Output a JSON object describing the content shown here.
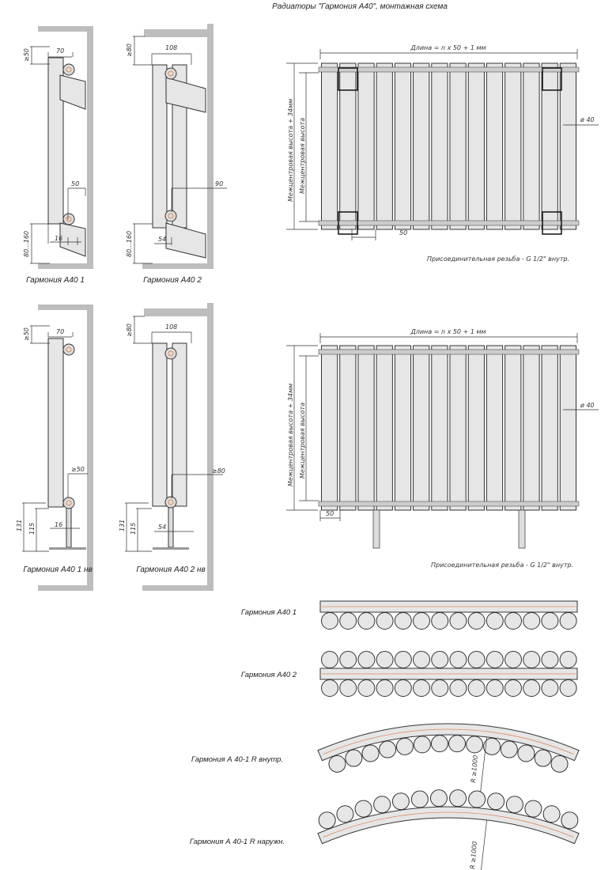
{
  "title": "Радиаторы \"Гармония А40\", монтажная схема",
  "side_views": [
    {
      "label": "Гармония А40 1",
      "top_gap": "≥50",
      "depth": "70",
      "offset": "50",
      "pipe": "16",
      "bottom_gap": "80...160"
    },
    {
      "label": "Гармония А40 2",
      "top_gap": "≥80",
      "depth": "108",
      "offset": "90",
      "pipe": "54",
      "bottom_gap": "80...160"
    },
    {
      "label": "Гармония А40 1 нв",
      "top_gap": "≥50",
      "depth": "70",
      "offset": "≥50",
      "pipe": "16",
      "h1": "131",
      "h2": "115"
    },
    {
      "label": "Гармония А40 2 нв",
      "top_gap": "≥80",
      "depth": "108",
      "offset": "≥80",
      "pipe": "54",
      "h1": "131",
      "h2": "115"
    }
  ],
  "front_views": [
    {
      "length": "Длина = n x 50 + 1 мм",
      "height_outer": "Межцентровая высота + 34мм",
      "height_inner": "Межцентровая высота",
      "diameter": "ø 40",
      "pitch": "50",
      "note": "Присоединительная резьба - G 1/2\" внутр.",
      "sections": 14
    },
    {
      "length": "Длина = n x 50 + 1 мм",
      "height_outer": "Межцентровая высота + 34мм",
      "height_inner": "Межцентровая высота",
      "diameter": "ø 40",
      "pitch": "50",
      "note": "Присоединительная резьба - G 1/2\" внутр.",
      "sections": 14
    }
  ],
  "plan_views": [
    {
      "label": "Гармония А40 1"
    },
    {
      "label": "Гармония А40 2"
    },
    {
      "label": "Гармония  А 40-1 R внутр.",
      "radius": "R ≥1000"
    },
    {
      "label": "Гармония  А 40-1 R наружн.",
      "radius": "R ≥1000"
    }
  ],
  "colors": {
    "wall": "#bdbdbd",
    "body": "#e6e6e6",
    "pipe": "#e08a5a"
  }
}
